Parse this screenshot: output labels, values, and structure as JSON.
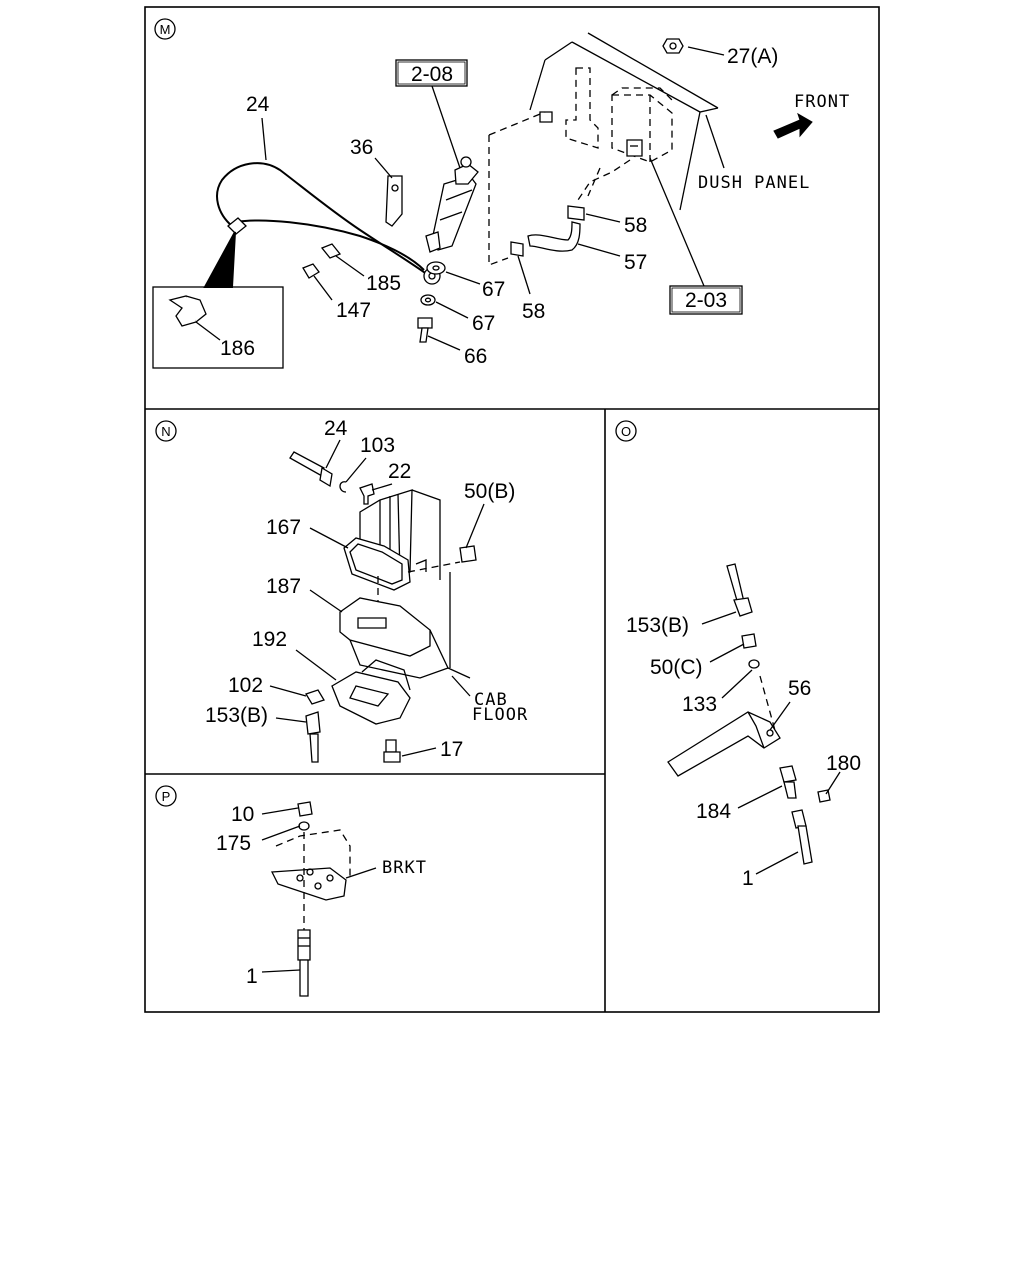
{
  "sections": {
    "m": {
      "letter": "M"
    },
    "n": {
      "letter": "N"
    },
    "o": {
      "letter": "O"
    },
    "p": {
      "letter": "P"
    }
  },
  "refs": {
    "r208": "2-08",
    "r203": "2-03"
  },
  "text_labels": {
    "front": "FRONT",
    "dush_panel": "DUSH PANEL",
    "cab": "CAB",
    "floor": "FLOOR",
    "brkt": "BRKT"
  },
  "callouts": {
    "m": {
      "p27a": "27(A)",
      "p24": "24",
      "p36": "36",
      "p58a": "58",
      "p57": "57",
      "p58b": "58",
      "p185": "185",
      "p67a": "67",
      "p147": "147",
      "p67b": "67",
      "p66": "66",
      "p186": "186"
    },
    "n": {
      "p24": "24",
      "p103": "103",
      "p22": "22",
      "p50b": "50(B)",
      "p167": "167",
      "p187": "187",
      "p192": "192",
      "p102": "102",
      "p153b": "153(B)",
      "p17": "17"
    },
    "o": {
      "p153b": "153(B)",
      "p50c": "50(C)",
      "p56": "56",
      "p133": "133",
      "p180": "180",
      "p184": "184",
      "p1": "1"
    },
    "p": {
      "p10": "10",
      "p175": "175",
      "p1": "1"
    }
  }
}
